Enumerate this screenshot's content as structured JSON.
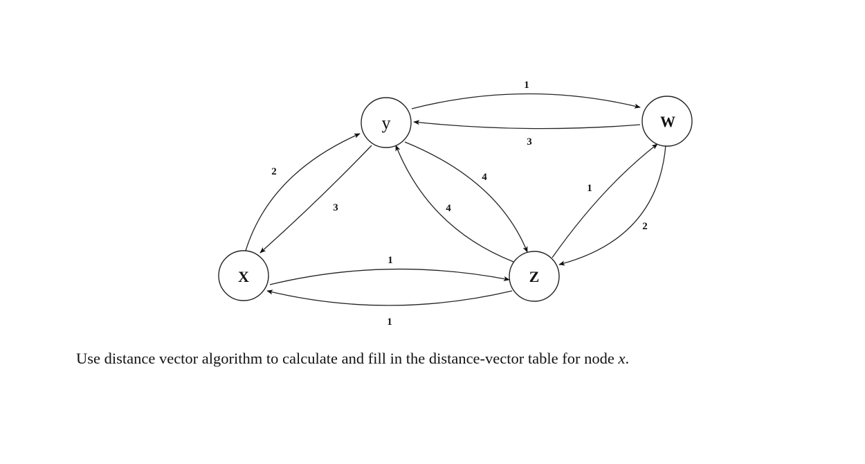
{
  "diagram": {
    "nodes": [
      {
        "id": "x",
        "label": "X"
      },
      {
        "id": "y",
        "label": "y"
      },
      {
        "id": "z",
        "label": "Z"
      },
      {
        "id": "w",
        "label": "W"
      }
    ],
    "edges": [
      {
        "from": "y",
        "to": "w",
        "weight": "1"
      },
      {
        "from": "w",
        "to": "y",
        "weight": "3"
      },
      {
        "from": "x",
        "to": "y",
        "weight": "2"
      },
      {
        "from": "y",
        "to": "x",
        "weight": "3"
      },
      {
        "from": "y",
        "to": "z",
        "weight": "4"
      },
      {
        "from": "z",
        "to": "y",
        "weight": "4"
      },
      {
        "from": "z",
        "to": "w",
        "weight": "1"
      },
      {
        "from": "w",
        "to": "z",
        "weight": "2"
      },
      {
        "from": "x",
        "to": "z",
        "weight": "1"
      },
      {
        "from": "z",
        "to": "x",
        "weight": "1"
      }
    ]
  },
  "question": {
    "text": "Use distance vector algorithm to calculate and fill in the distance-vector table for node ",
    "node": "x",
    "end": "."
  }
}
